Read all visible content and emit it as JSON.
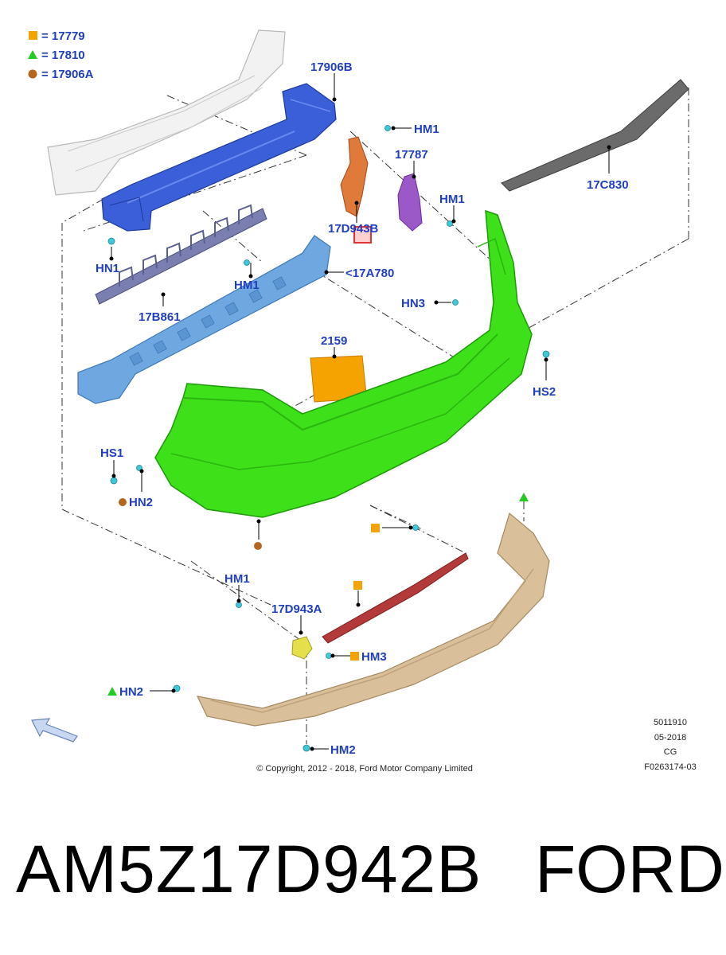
{
  "legend": [
    {
      "symbol": "square",
      "color": "#f5a300",
      "text": "= 17779"
    },
    {
      "symbol": "triangle",
      "color": "#22cc22",
      "text": "= 17810"
    },
    {
      "symbol": "circle",
      "color": "#b5651d",
      "text": "= 17906A"
    }
  ],
  "callouts": {
    "c17906B": "17906B",
    "cHM1_top": "HM1",
    "c17787": "17787",
    "cHM1_mid": "HM1",
    "c17C830": "17C830",
    "c17D943B": "17D943B",
    "c17A780": "<17A780",
    "cHN1": "HN1",
    "cHM1_left": "HM1",
    "c17B861": "17B861",
    "cHN3_top": "HN3",
    "c2159": "2159",
    "cHS2": "HS2",
    "cHS1": "HS1",
    "cHN2_left": "HN2",
    "cHM1_low": "HM1",
    "c17D943A": "17D943A",
    "cHM3": "HM3",
    "cHN2_bottom": "HN2",
    "cHM2": "HM2"
  },
  "meta": {
    "code": "5011910",
    "date": "05-2018",
    "cg": "CG",
    "ref": "F0263174-03",
    "copyright": "© Copyright, 2012 - 2018, Ford Motor Company Limited"
  },
  "caption": {
    "part_number": "AM5Z17D942B",
    "brand": "FORD"
  },
  "colors": {
    "callout_blue": "#1f3fbf",
    "bumper_green": "#3ee01a",
    "beam_blue": "#3b5fd8",
    "absorber_blue": "#6fa8e0",
    "lower_tan": "#d9bf9a",
    "bracket_red": "#b23a3a",
    "bracket_orange": "#e07a3a",
    "reflector_orange": "#f5a300",
    "trim_grey": "#6b6b6b",
    "bracket_purple": "#9b59c8",
    "carrier_slate": "#7a7fb0"
  }
}
